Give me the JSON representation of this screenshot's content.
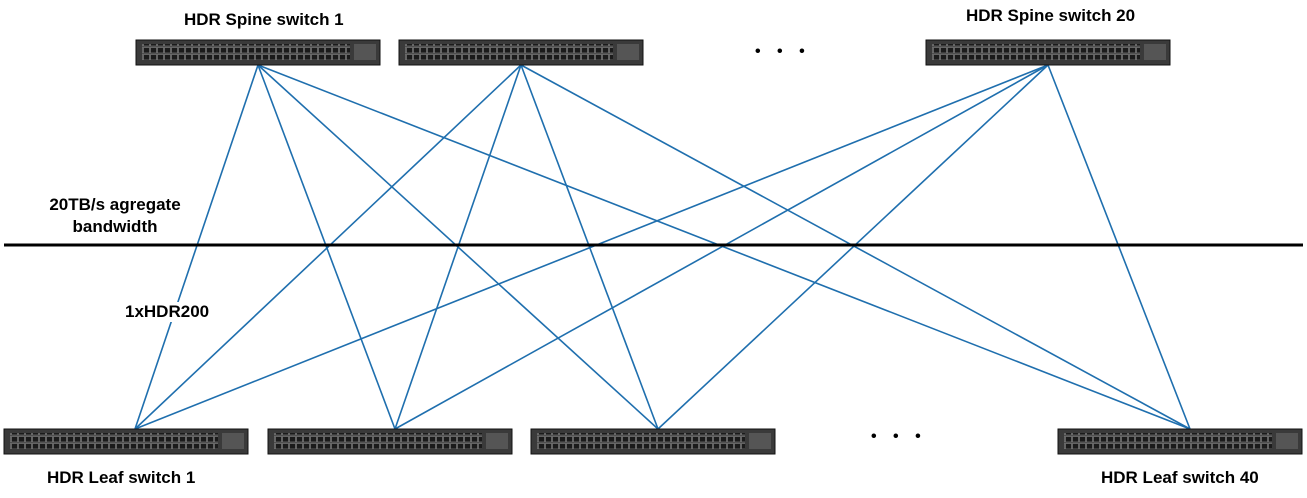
{
  "labels": {
    "spine_first": "HDR Spine switch 1",
    "spine_last": "HDR Spine switch 20",
    "leaf_first": "HDR Leaf switch 1",
    "leaf_last": "HDR Leaf switch 40",
    "bandwidth_line1": "20TB/s agregate",
    "bandwidth_line2": "bandwidth",
    "link_type": "1xHDR200"
  },
  "ellipsis": "• • •",
  "colors": {
    "link": "#1f6fae",
    "switch_body": "#3a3a3a",
    "divider": "#000000"
  }
}
